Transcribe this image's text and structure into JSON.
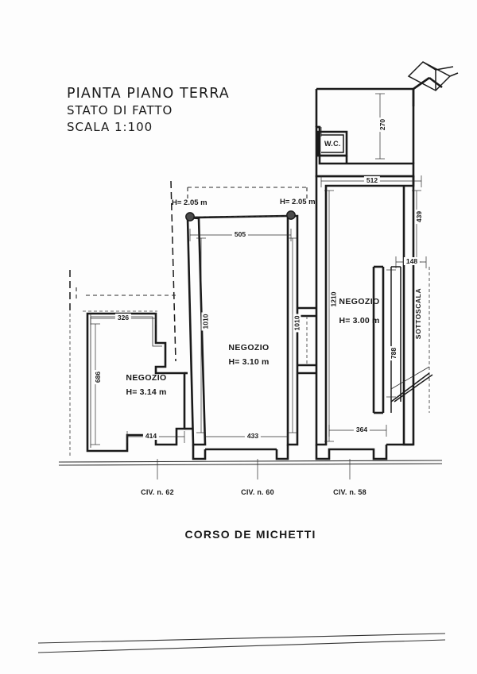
{
  "document": {
    "type": "architectural-floor-plan",
    "title_lines": [
      "PIANTA PIANO TERRA",
      "STATO DI FATTO",
      "SCALA 1:100"
    ],
    "title": "PIANTA PIANO TERRA",
    "subtitle": "STATO DI FATTO",
    "scale": "SCALA 1:100",
    "street_label": "CORSO DE MICHETTI",
    "ink_color": "#1a1a1a",
    "paper_color": "#fdfdfd"
  },
  "rooms": [
    {
      "id": "negozio-left",
      "name": "NEGOZIO",
      "height_label": "H= 3.14 m",
      "civic": "CIV. n. 62"
    },
    {
      "id": "negozio-center",
      "name": "NEGOZIO",
      "height_label": "H= 3.10 m",
      "civic": "CIV. n. 60"
    },
    {
      "id": "negozio-right",
      "name": "NEGOZIO",
      "height_label": "H= 3.00 m",
      "civic": "CIV. n. 58"
    }
  ],
  "spaces": {
    "wc_label": "W.C.",
    "sottoscala_label": "SOTTOSCALA"
  },
  "height_notes": [
    {
      "id": "h-left",
      "text": "H= 2.05 m"
    },
    {
      "id": "h-right",
      "text": "H= 2.05 m"
    }
  ],
  "dimensions": {
    "top_opening": "505",
    "center_left_vertical": "1010",
    "center_right_vertical": "1010",
    "left_top_horizontal": "326",
    "left_vertical": "686",
    "left_bottom_horizontal": "414",
    "center_bottom_horizontal": "433",
    "right_bottom_horizontal": "364",
    "right_vertical_1210": "1210",
    "right_vertical_788": "788",
    "wc_vertical_270": "270",
    "upper_horizontal_512": "512",
    "right_vertical_439": "439",
    "right_horizontal_148": "148"
  },
  "civic_numbers": [
    "CIV. n. 62",
    "CIV. n. 60",
    "CIV. n. 58"
  ]
}
